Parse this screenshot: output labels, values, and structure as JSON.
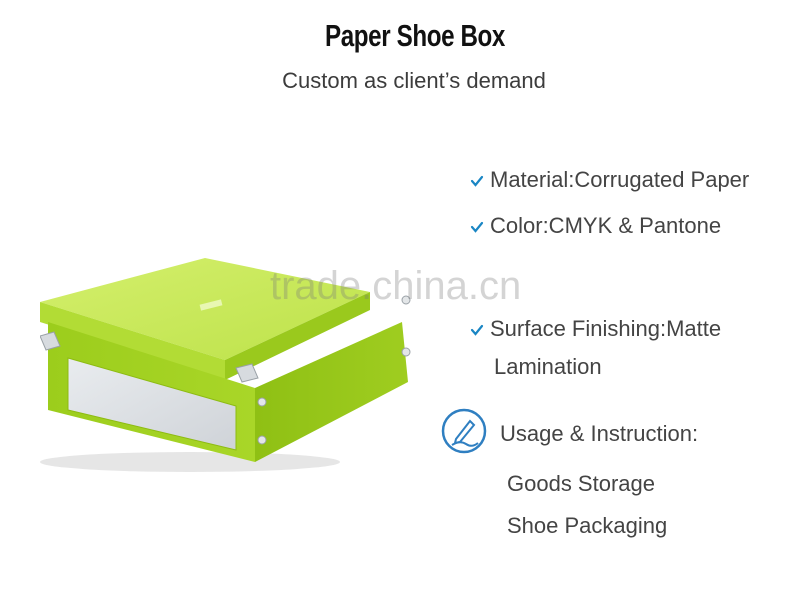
{
  "header": {
    "title": "Paper Shoe Box",
    "subtitle": "Custom as client’s demand"
  },
  "features": [
    {
      "label": "Material:Corrugated Paper"
    },
    {
      "label": "Color:CMYK & Pantone"
    },
    {
      "label": "Surface Finishing:Matte",
      "continuation": "Lamination"
    }
  ],
  "usage": {
    "title": "Usage & Instruction:",
    "items": [
      "Goods Storage",
      "Shoe Packaging"
    ]
  },
  "watermark": "trade.china.cn",
  "colors": {
    "box_green": "#a6d321",
    "tick": "#1a86c4",
    "icon_blue": "#2f7fc1"
  },
  "icons": {
    "feature_bullet": "checkmark-icon",
    "usage": "pen-writing-icon"
  }
}
